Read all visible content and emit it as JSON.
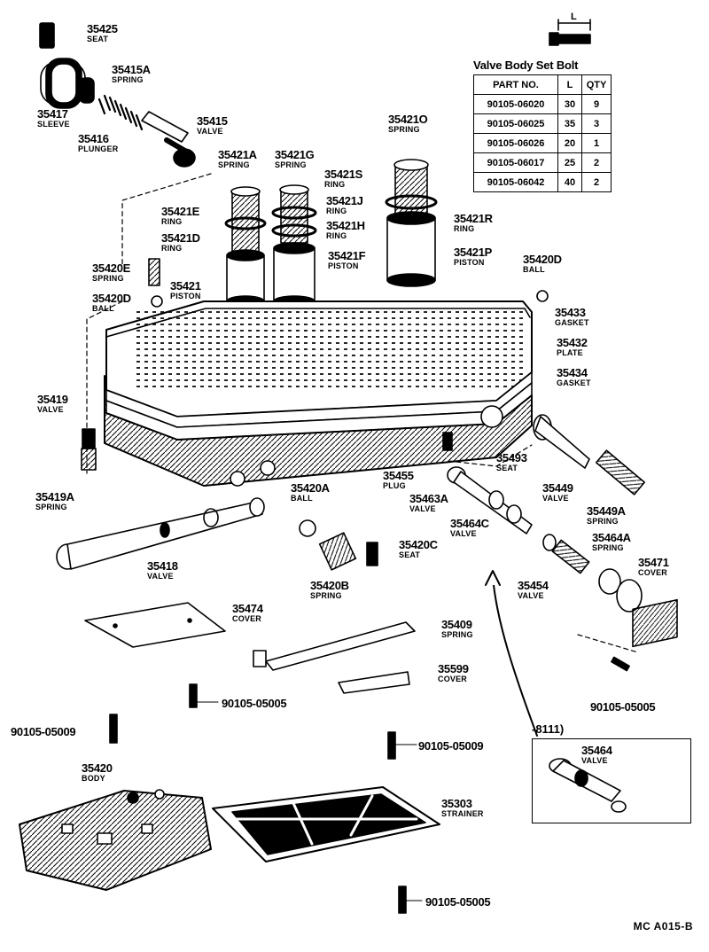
{
  "labels": [
    {
      "id": "35425",
      "num": "35425",
      "name": "SEAT"
    },
    {
      "id": "35415A",
      "num": "35415A",
      "name": "SPRING"
    },
    {
      "id": "35417",
      "num": "35417",
      "name": "SLEEVE"
    },
    {
      "id": "35415",
      "num": "35415",
      "name": "VALVE"
    },
    {
      "id": "35416",
      "num": "35416",
      "name": "PLUNGER"
    },
    {
      "id": "35421O",
      "num": "35421O",
      "name": "SPRING"
    },
    {
      "id": "35421A",
      "num": "35421A",
      "name": "SPRING"
    },
    {
      "id": "35421G",
      "num": "35421G",
      "name": "SPRING"
    },
    {
      "id": "35421S",
      "num": "35421S",
      "name": "RING"
    },
    {
      "id": "35421J",
      "num": "35421J",
      "name": "RING"
    },
    {
      "id": "35421E",
      "num": "35421E",
      "name": "RING"
    },
    {
      "id": "35421H",
      "num": "35421H",
      "name": "RING"
    },
    {
      "id": "35421R",
      "num": "35421R",
      "name": "RING"
    },
    {
      "id": "35421D",
      "num": "35421D",
      "name": "RING"
    },
    {
      "id": "35421F",
      "num": "35421F",
      "name": "PISTON"
    },
    {
      "id": "35421P",
      "num": "35421P",
      "name": "PISTON"
    },
    {
      "id": "35420D_r",
      "num": "35420D",
      "name": "BALL"
    },
    {
      "id": "35420E",
      "num": "35420E",
      "name": "SPRING"
    },
    {
      "id": "35421",
      "num": "35421",
      "name": "PISTON"
    },
    {
      "id": "35420D_l",
      "num": "35420D",
      "name": "BALL"
    },
    {
      "id": "35433",
      "num": "35433",
      "name": "GASKET"
    },
    {
      "id": "35432",
      "num": "35432",
      "name": "PLATE"
    },
    {
      "id": "35434",
      "num": "35434",
      "name": "GASKET"
    },
    {
      "id": "35419",
      "num": "35419",
      "name": "VALVE"
    },
    {
      "id": "35493",
      "num": "35493",
      "name": "SEAT"
    },
    {
      "id": "35455",
      "num": "35455",
      "name": "PLUG"
    },
    {
      "id": "35449",
      "num": "35449",
      "name": "VALVE"
    },
    {
      "id": "35463A",
      "num": "35463A",
      "name": "VALVE"
    },
    {
      "id": "35419A",
      "num": "35419A",
      "name": "SPRING"
    },
    {
      "id": "35420A",
      "num": "35420A",
      "name": "BALL"
    },
    {
      "id": "35449A",
      "num": "35449A",
      "name": "SPRING"
    },
    {
      "id": "35464C",
      "num": "35464C",
      "name": "VALVE"
    },
    {
      "id": "35464A",
      "num": "35464A",
      "name": "SPRING"
    },
    {
      "id": "35420C",
      "num": "35420C",
      "name": "SEAT"
    },
    {
      "id": "35418",
      "num": "35418",
      "name": "VALVE"
    },
    {
      "id": "35471",
      "num": "35471",
      "name": "COVER"
    },
    {
      "id": "35420B",
      "num": "35420B",
      "name": "SPRING"
    },
    {
      "id": "35454",
      "num": "35454",
      "name": "VALVE"
    },
    {
      "id": "35474",
      "num": "35474",
      "name": "COVER"
    },
    {
      "id": "35409",
      "num": "35409",
      "name": "SPRING"
    },
    {
      "id": "35599",
      "num": "35599",
      "name": "COVER"
    },
    {
      "id": "35464",
      "num": "35464",
      "name": "VALVE"
    },
    {
      "id": "35420",
      "num": "35420",
      "name": "BODY"
    },
    {
      "id": "35303",
      "num": "35303",
      "name": "STRAINER"
    }
  ],
  "bolts": [
    {
      "id": "b1",
      "text": "90105-05005"
    },
    {
      "id": "b2",
      "text": "90105-05005"
    },
    {
      "id": "b3",
      "text": "90105-05009"
    },
    {
      "id": "b4",
      "text": "90105-05009"
    },
    {
      "id": "b5",
      "text": "90105-05005"
    }
  ],
  "inset": {
    "title": "-8111)"
  },
  "bolt_table": {
    "title": "Valve Body Set Bolt",
    "headers": [
      "PART NO.",
      "L",
      "QTY"
    ],
    "rows": [
      [
        "90105-06020",
        "30",
        "9"
      ],
      [
        "90105-06025",
        "35",
        "3"
      ],
      [
        "90105-06026",
        "20",
        "1"
      ],
      [
        "90105-06017",
        "25",
        "2"
      ],
      [
        "90105-06042",
        "40",
        "2"
      ]
    ],
    "dimension_label": "L"
  },
  "footer_code": "MC A015-B"
}
